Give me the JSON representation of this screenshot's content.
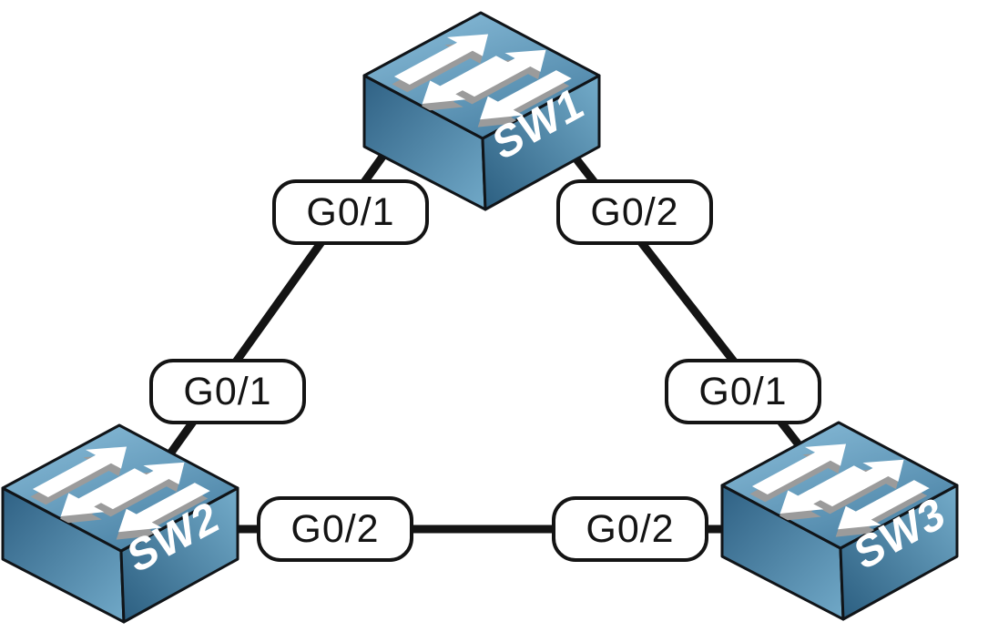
{
  "diagram": {
    "type": "network-topology",
    "background_color": "#ffffff",
    "devices": [
      {
        "name": "SW1",
        "type": "switch",
        "icon": "cisco-workgroup-switch-icon",
        "position": "top-center"
      },
      {
        "name": "SW2",
        "type": "switch",
        "icon": "cisco-workgroup-switch-icon",
        "position": "bottom-left"
      },
      {
        "name": "SW3",
        "type": "switch",
        "icon": "cisco-workgroup-switch-icon",
        "position": "bottom-right"
      }
    ],
    "links": [
      {
        "from_device": "SW1",
        "from_interface": "G0/1",
        "to_device": "SW2",
        "to_interface": "G0/1"
      },
      {
        "from_device": "SW1",
        "from_interface": "G0/2",
        "to_device": "SW3",
        "to_interface": "G0/1"
      },
      {
        "from_device": "SW2",
        "from_interface": "G0/2",
        "to_device": "SW3",
        "to_interface": "G0/2"
      }
    ],
    "colors": {
      "link_line": "#141414",
      "label_background": "#ffffff",
      "label_border": "#141414",
      "label_text": "#141414",
      "device_name_text": "#ffffff",
      "switch_top_gradient": [
        "#8dc0dc",
        "#4a82a5"
      ],
      "switch_left_gradient": [
        "#2f6184",
        "#71a9c8"
      ],
      "switch_right_gradient": [
        "#74acca",
        "#2b5e80"
      ],
      "arrow": "#ffffff",
      "arrow_shadow": "#9b9b9b"
    }
  }
}
